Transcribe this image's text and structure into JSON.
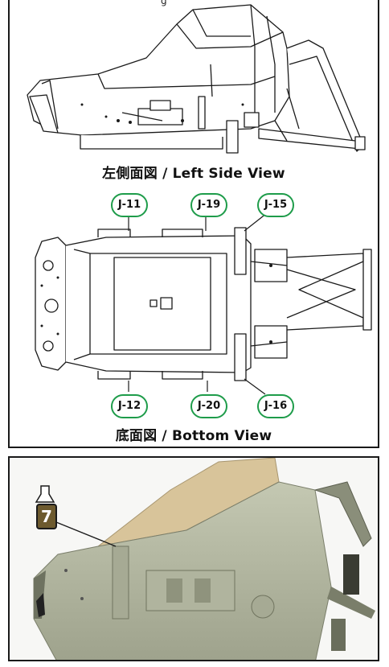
{
  "top_text_fragment": "g",
  "side_view": {
    "caption": "左側面図 / Left Side View"
  },
  "bottom_view": {
    "caption": "底面図 / Bottom View",
    "callouts_top": [
      "J-11",
      "J-19",
      "J-15"
    ],
    "callouts_bottom": [
      "J-12",
      "J-20",
      "J-16"
    ]
  },
  "photo": {
    "paint_number": "7"
  },
  "colors": {
    "callout_border": "#1e9c4a",
    "paint_badge": "#6d5a2e",
    "model_body": "#b8bca6",
    "model_top": "#d8c49a"
  }
}
